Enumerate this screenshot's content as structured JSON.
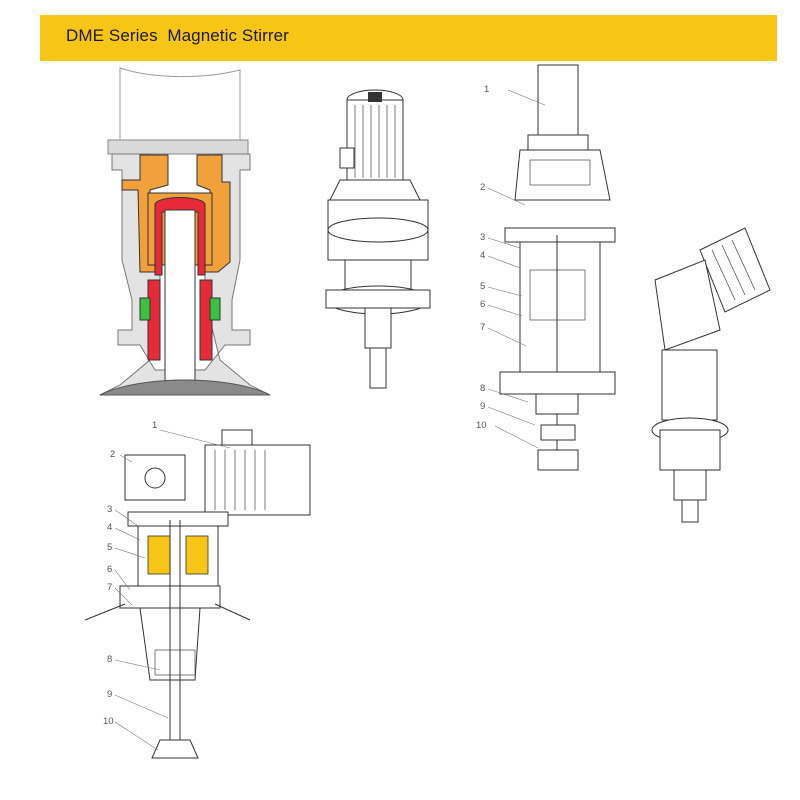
{
  "header": {
    "title": "DME Series  Magnetic Stirrer"
  },
  "colors": {
    "banner": "#f6c515",
    "orange": "#f0a13c",
    "red": "#e8293a",
    "green": "#39c13f",
    "steel": "#8a8a8a"
  },
  "diagram_right": {
    "callouts": [
      "1",
      "2",
      "3",
      "4",
      "5",
      "6",
      "7",
      "8",
      "9",
      "10"
    ]
  },
  "diagram_bottom": {
    "callouts": [
      "1",
      "2",
      "3",
      "4",
      "5",
      "6",
      "7",
      "8",
      "9",
      "10"
    ]
  }
}
